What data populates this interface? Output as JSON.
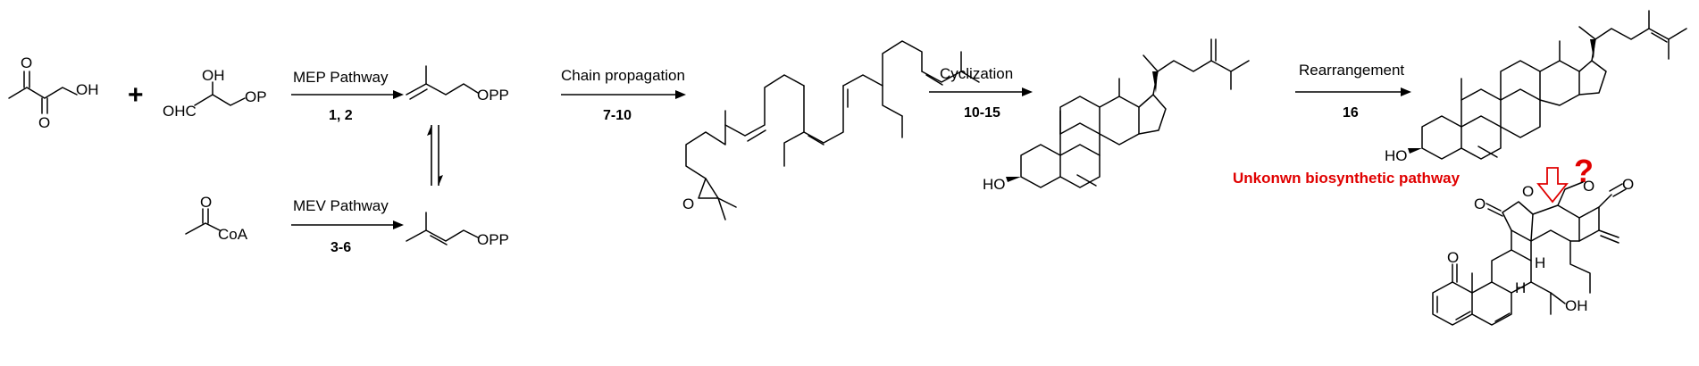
{
  "molecules": {
    "pyruvate": {
      "atoms": [
        "O",
        "O",
        "OH"
      ]
    },
    "gap": {
      "atoms": [
        "OH",
        "OHC",
        "OP"
      ]
    },
    "acetyl_coa": {
      "atoms": [
        "O",
        "CoA"
      ]
    },
    "ipp": {
      "atoms": [
        "OPP"
      ]
    },
    "dmapp": {
      "atoms": [
        "OPP"
      ]
    },
    "oxidosqualene": {
      "atoms": [
        "O"
      ]
    },
    "sterol_a": {
      "atoms": [
        "HO"
      ]
    },
    "sterol_b": {
      "atoms": [
        "HO"
      ]
    },
    "product": {
      "atoms": [
        "O",
        "O",
        "O",
        "O",
        "O",
        "H",
        "H",
        "OH"
      ]
    }
  },
  "plus_sign": "+",
  "steps": {
    "mep": {
      "label": "MEP Pathway",
      "enzymes": "1, 2"
    },
    "mev": {
      "label": "MEV Pathway",
      "enzymes": "3-6"
    },
    "chain": {
      "label": "Chain propagation",
      "enzymes": "7-10"
    },
    "cyclization": {
      "label": "Cyclization",
      "enzymes": "10-15"
    },
    "rearrangement": {
      "label": "Rearrangement",
      "enzymes": "16"
    }
  },
  "unknown": {
    "label": "Unkonwn biosynthetic pathway",
    "mark": "?",
    "color": "#e00000"
  }
}
